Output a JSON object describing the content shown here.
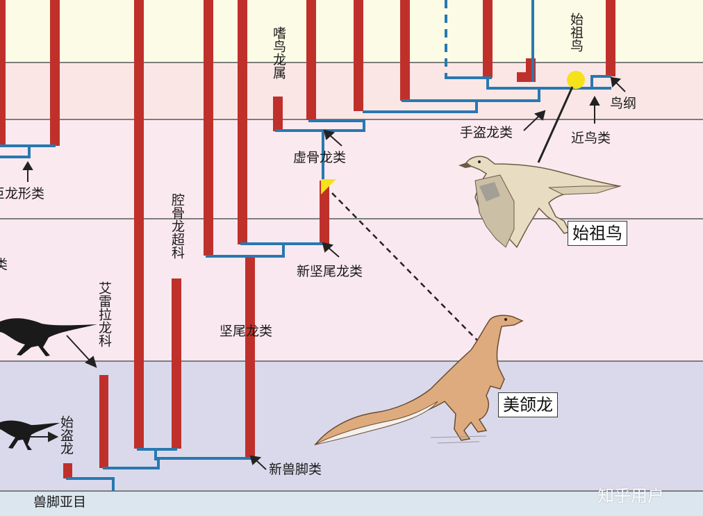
{
  "colors": {
    "band_top": "#fcfbe5",
    "band_2": "#fbe6e6",
    "band_3": "#fbe9f0",
    "band_4": "#fae9f1",
    "band_5": "#f7e5ee",
    "band_6": "#dad9ec",
    "band_7": "#dbe6ef",
    "bar": "#c0302b",
    "link": "#2878b0",
    "marker_yellow": "#f5e21a"
  },
  "labels": {
    "theropoda": "兽脚亚目",
    "neotheropoda": "新兽脚类",
    "tetanurae": "坚尾龙类",
    "neotetanurae": "新坚尾龙类",
    "coelurosauria": "虚骨龙类",
    "maniraptora": "手盗龙类",
    "paraves": "近鸟类",
    "aves": "鸟纲",
    "sauropodomorpha": "巨龙形类",
    "herrerasauridae": "艾雷拉龙科",
    "eoraptor": "始盗龙",
    "coelophysoidea": "腔骨龙超科",
    "archaeopteryx_vertical": "始祖鸟",
    "ornithomimus": "嗜鸟龙属",
    "partial_left": "类"
  },
  "callouts": {
    "archaeopteryx": "始祖鸟",
    "compsognathus": "美颌龙"
  },
  "watermark": "知乎用户"
}
